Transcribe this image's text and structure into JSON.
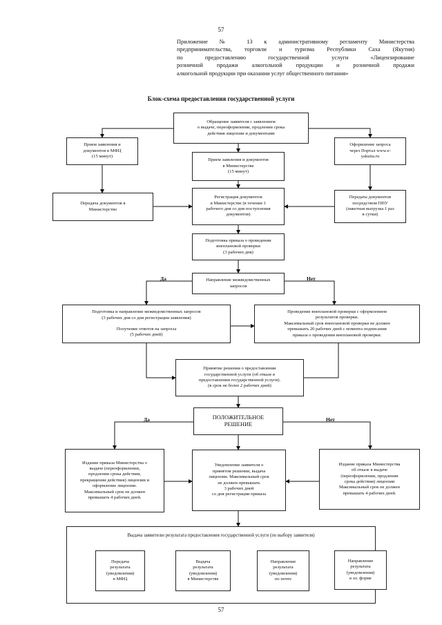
{
  "page_number_top": "57",
  "page_number_bottom": "57",
  "appendix": {
    "lines": [
      "Приложение № 13 к административному регламенту Министерства",
      "предпринимательства, торговли и туризма Республики Саха (Якутия)",
      "по предоставлению государственной услуги «Лицензирование",
      "розничной продажи алкогольной продукции и розничной продажи",
      "алкогольной продукции при оказании услуг общественного питания»"
    ]
  },
  "title": "Блок-схема предоставления государственной услуги",
  "nodes": {
    "appeal": "Обращение заявителя с заявлением\nо выдаче, переоформлении, продлении срока\nдействия лицензии и документами",
    "mfc_receive": "Прием заявления и\nдокументов в МФЦ\n(15 минут)",
    "portal": "Оформление запроса\nчерез Портал www.e-\nyakutia.ru",
    "ministry_receive": "Прием заявления и документов\nв Министерстве\n(15 минут)",
    "transfer_mfc": "Передача документов в\nМинистерство",
    "registration": "Регистрация документов\nв Министерстве (в течение 1\nрабочего дня со дня поступления\nдокументов)",
    "transfer_ppu": "Передача документов\nпосредством ППУ\n(пакетная выгрузка 1 раз\nв сутки)",
    "prepare_order": "Подготовка приказа о проведении\nвнеплановой проверки\n(3 рабочих дня)",
    "interagency": "Направление межведомственных\nзапросов",
    "prep_requests": {
      "main": "Подготовка и направление межведомственных запросов\n(3 рабочих дня со дня регистрации заявления)",
      "sub": "Получение ответов на запросы\n(5 рабочих дней)"
    },
    "inspection": "Проведение внеплановой проверки с оформлением\nрезультатов проверки.\nМаксимальный срок внеплановой проверки не должен\nпревышать 20 рабочих дней с момента подписания\nприказа о проведении внеплановой проверки.",
    "decision": "Принятие решения о предоставлении\nгосударственной услуги (об отказе в\nпредоставлении государственной услуги).\n(в срок не более 2 рабочих дней)",
    "positive": "ПОЛОЖИТЕЛЬНОЕ\nРЕШЕНИЕ",
    "order_issue": "Издание приказа Министерства о\nвыдаче (переоформлении,\nпродлении срока действия,\nпрекращении действия) лицензии и\nоформление лицензии.\nМаксимальный срок не должен\nпревышать 4 рабочих дней.",
    "notify": "Уведомление заявителя о\nпринятом решении, выдача\nлицензии. Максимальный срок\nне должен превышать\n3 рабочих дней\nсо дня регистрации приказа",
    "order_refuse": "Издание приказа Министерства\nоб отказе в выдаче\n(переоформлении, продлении\nсрока действия) лицензии\nМаксимальный срок не должен\nпревышать 4 рабочих дней."
  },
  "labels": {
    "yes_1": "Да",
    "no_1": "Нет",
    "yes_2": "Да",
    "no_2": "Нет"
  },
  "delivery": {
    "title": "Выдача заявителю результата предоставления государственной услуги (по выбору заявителя)",
    "options": [
      "Передача\nрезультата\n(уведомления)\nв МФЦ",
      "Выдача\nрезультата\n(уведомления)\nв Министерстве",
      "Направление\nрезультата\n(уведомления)\nпо почте",
      "Направление\nрезультата\n(уведомления)\nв эл. форме"
    ]
  }
}
